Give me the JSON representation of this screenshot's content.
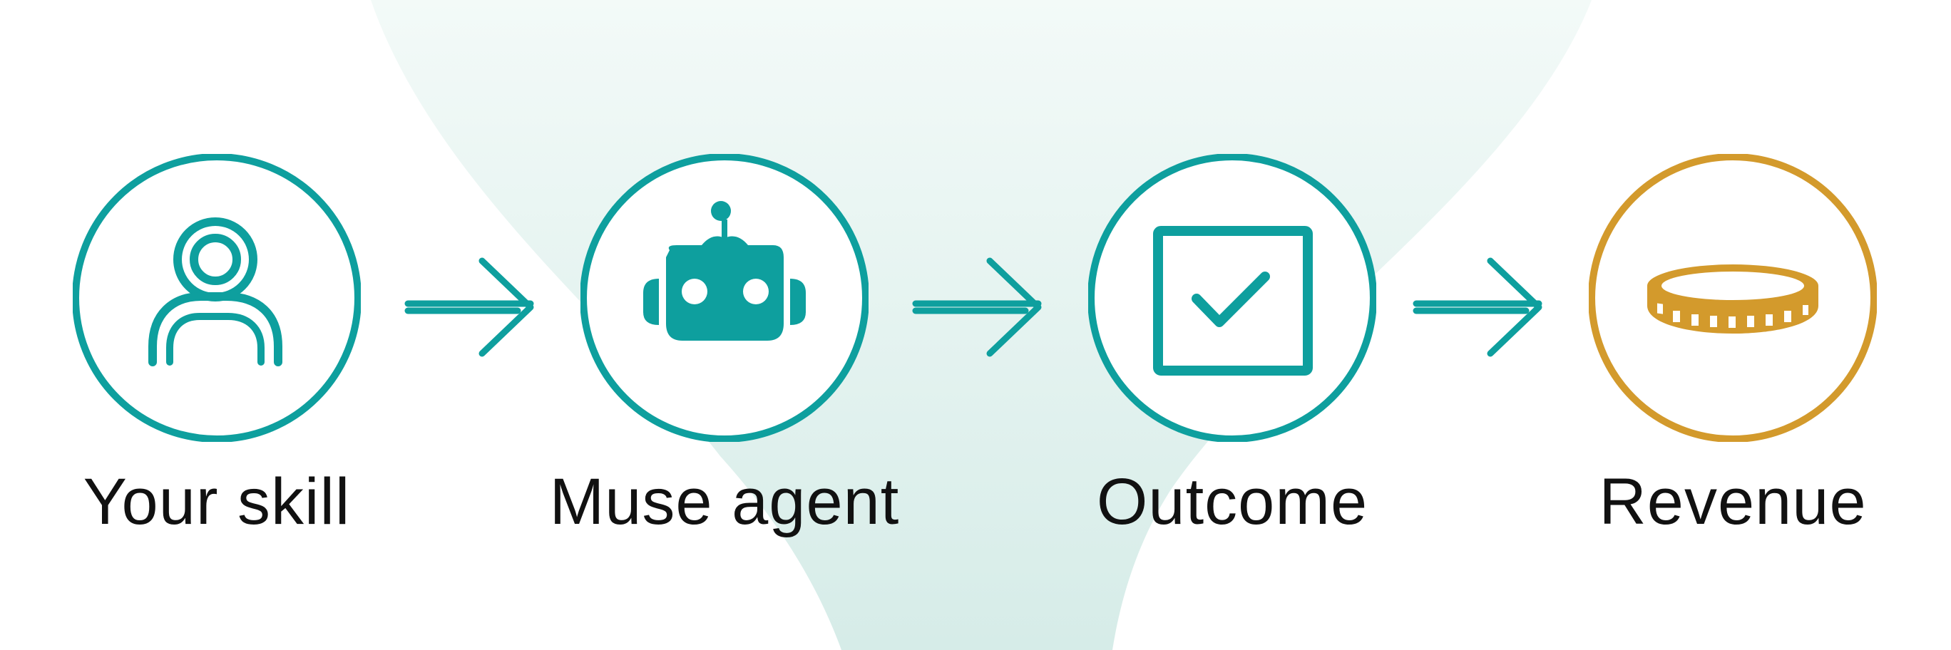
{
  "colors": {
    "teal": "#0e9f9e",
    "gold": "#d39a2c",
    "funnel": "#e6f4f1",
    "text": "#111111"
  },
  "steps": [
    {
      "label": "Your skill",
      "icon": "person-icon",
      "color": "teal"
    },
    {
      "label": "Muse agent",
      "icon": "robot-icon",
      "color": "teal"
    },
    {
      "label": "Outcome",
      "icon": "check-box-icon",
      "color": "teal"
    },
    {
      "label": "Revenue",
      "icon": "coin-icon",
      "color": "gold"
    }
  ]
}
